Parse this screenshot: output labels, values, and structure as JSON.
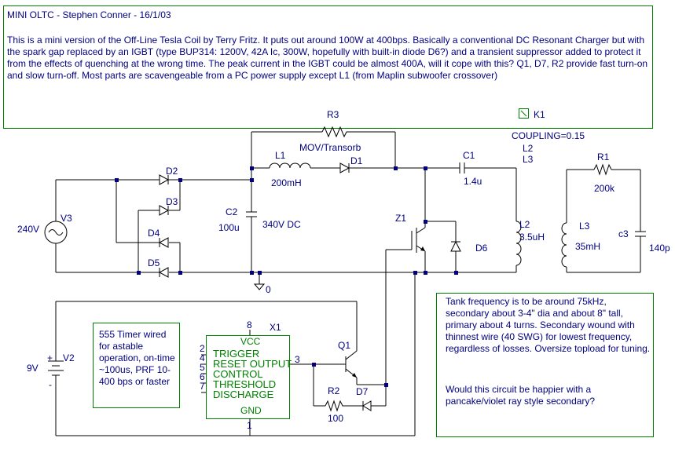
{
  "header": {
    "title": "MINI OLTC - Stephen Conner - 16/1/03",
    "description": "This is a mini version of the Off-Line Tesla Coil by Terry Fritz. It puts out around 100W at 400bps. Basically a conventional DC Resonant Charger but with the spark gap replaced by an IGBT (type BUP314: 1200V, 42A Ic, 300W, hopefully with built-in diode D6?) and a transient suppressor added to protect it from the effects of quenching at the wrong time. The peak current in the IGBT could be almost 400A, will it cope with this? Q1, D7, R2 provide fast turn-on and slow turn-off. Most parts are scavengeable from a PC power supply except L1 (from Maplin subwoofer crossover)"
  },
  "notes": {
    "timer": "555 Timer wired for astable operation, on-time ~100us, PRF 10-400 bps or faster",
    "tank": "Tank frequency is to be around 75kHz, secondary about 3-4\" dia and about 8\" tall, primary about 4 turns. Secondary wound with thinnest wire (40 SWG) for lowest frequency, regardless of losses. Oversize topload for tuning.",
    "question": "Would this circuit be happier with a pancake/violet ray style secondary?"
  },
  "components": {
    "v3": {
      "name": "V3",
      "value": "240V"
    },
    "d2": "D2",
    "d3": "D3",
    "d4": "D4",
    "d5": "D5",
    "c2": {
      "name": "C2",
      "value": "100u"
    },
    "dc": "340V DC",
    "r3": "R3",
    "mov": "MOV/Transorb",
    "l1": {
      "name": "L1",
      "value": "200mH"
    },
    "d1": "D1",
    "c1": {
      "name": "C1",
      "value": "1.4u"
    },
    "z1": "Z1",
    "d6": "D6",
    "l2": {
      "name": "L2",
      "value": "3.5uH"
    },
    "k1": "K1",
    "coupling": "COUPLING=0.15",
    "k_l2": "L2",
    "k_l3": "L3",
    "r1": {
      "name": "R1",
      "value": "200k"
    },
    "l3": {
      "name": "L3",
      "value": "35mH"
    },
    "c3": {
      "name": "c3",
      "value": "140p"
    },
    "ground": "0",
    "v2": {
      "name": "V2",
      "value": "9V",
      "plus": "+",
      "minus": "-"
    },
    "x1": {
      "name": "X1",
      "pins": [
        "VCC",
        "TRIGGER",
        "RESET OUTPUT",
        "CONTROL",
        "THRESHOLD",
        "DISCHARGE",
        "GND"
      ],
      "pin_numbers": [
        "8",
        "2",
        "4",
        "5",
        "6",
        "7",
        "1",
        "3"
      ]
    },
    "q1": "Q1",
    "r2": {
      "name": "R2",
      "value": "100"
    },
    "d7": "D7"
  }
}
